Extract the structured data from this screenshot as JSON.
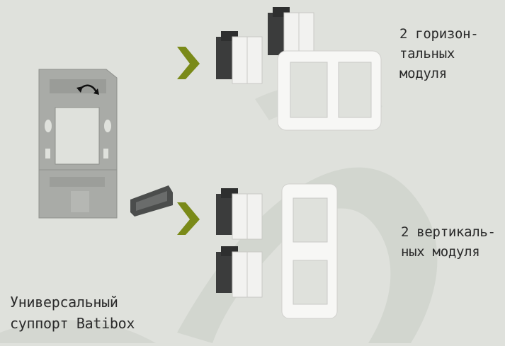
{
  "labels": {
    "horizontal": [
      "2 горизон-",
      "тальных",
      "модуля"
    ],
    "vertical": [
      "2 вертикаль-",
      "ных модуля"
    ],
    "support": [
      "Универсальный",
      "суппорт Batibox"
    ]
  },
  "colors": {
    "background": "#dfe1dc",
    "watermark": "#ccd0c9",
    "arrow": "#7a8a18",
    "support_plate": "#a7a9a5",
    "module_body": "#3b3c3c",
    "module_face": "#f2f2f0",
    "frame": "#f7f7f5",
    "text": "#2a2a2a"
  },
  "icons": {
    "arrows": "chevron-right-icon",
    "rotate": "rotate-arrow-icon"
  }
}
